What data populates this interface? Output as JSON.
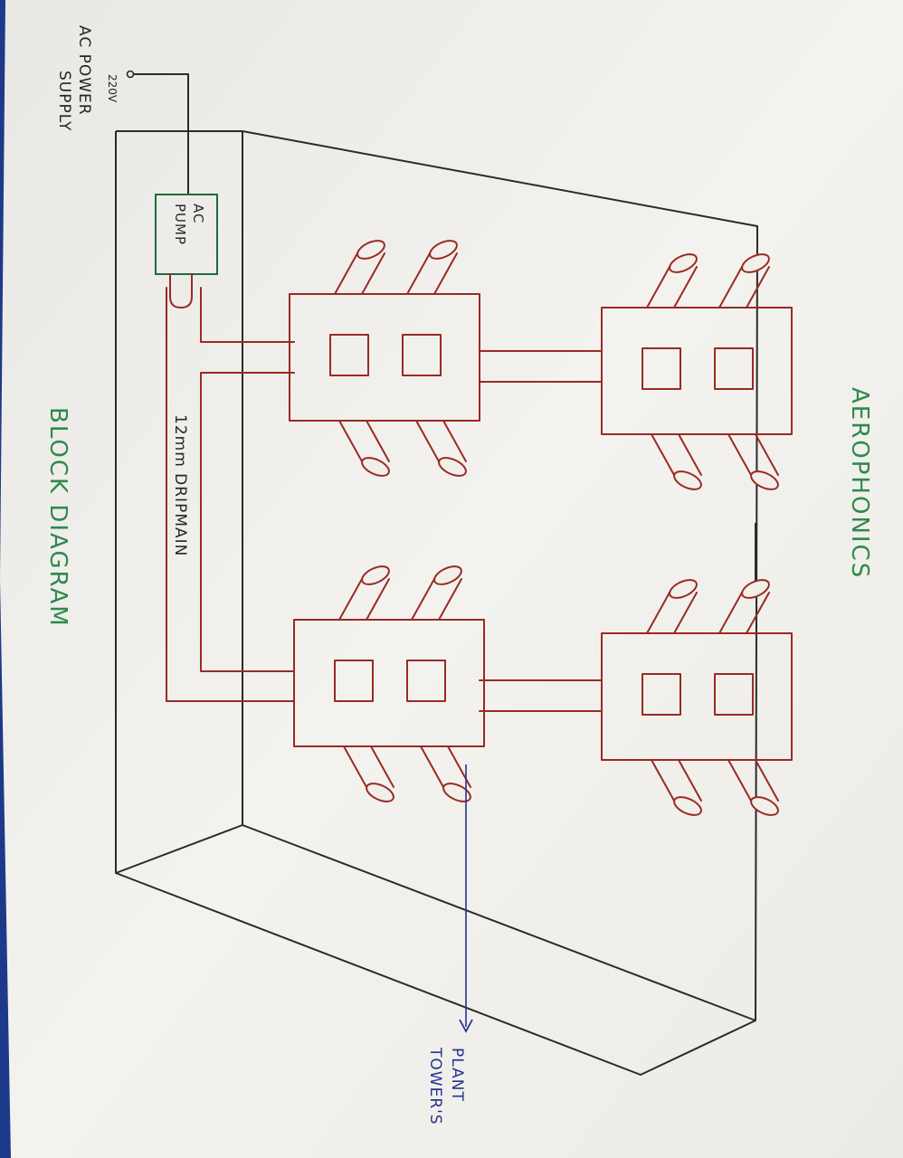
{
  "title": "AEROPHONICS",
  "subtitle": "BLOCK DIAGRAM",
  "labels": {
    "voltage": "220V",
    "power_supply_line1": "AC POWER",
    "power_supply_line2": "SUPPLY",
    "pump_line1": "AC",
    "pump_line2": "PUMP",
    "drip_main": "12mm DRIPMAIN",
    "towers_line1": "PLANT",
    "towers_line2": "TOWER'S"
  },
  "colors": {
    "paper": "#f1efe9",
    "tank_outline": "#2a2a2a",
    "tower_ink": "#9a2a24",
    "title_ink": "#2e8a4a",
    "arrow_ink": "#27338f"
  }
}
